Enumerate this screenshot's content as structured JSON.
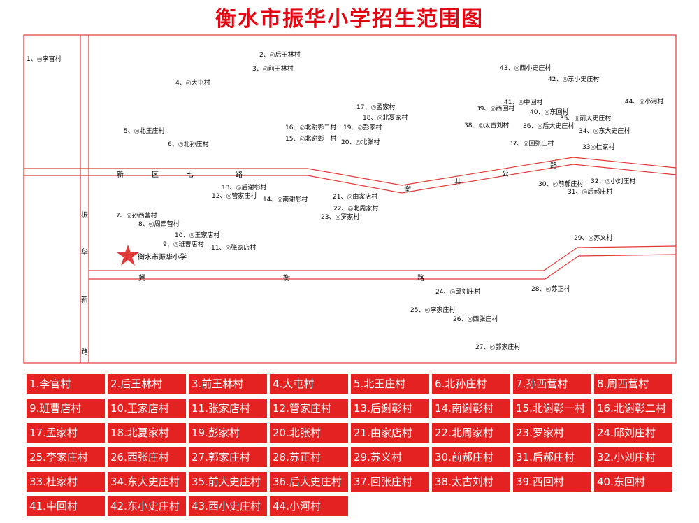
{
  "title": "衡水市振华小学招生范围图",
  "colors": {
    "accent": "#e30613",
    "legend_bg": "#e52222",
    "road": "#e23a3a"
  },
  "school": {
    "label": "衡水市振华小学",
    "marker": "star-icon"
  },
  "roads": {
    "xinqu": [
      "新",
      "区",
      "七",
      "路"
    ],
    "hengjing": [
      "衡",
      "井",
      "公",
      "路"
    ],
    "ji": [
      "冀",
      "衡",
      "路"
    ],
    "zhenhua": [
      "振",
      "华",
      "新",
      "路"
    ]
  },
  "villages": [
    {
      "n": "1、",
      "name": "李官村"
    },
    {
      "n": "2、",
      "name": "后王林村"
    },
    {
      "n": "3、",
      "name": "前王林村"
    },
    {
      "n": "4、",
      "name": "大屯村"
    },
    {
      "n": "5、",
      "name": "北王庄村"
    },
    {
      "n": "6、",
      "name": "北孙庄村"
    },
    {
      "n": "7、",
      "name": "孙西营村"
    },
    {
      "n": "8、",
      "name": "周西营村"
    },
    {
      "n": "9、",
      "name": "班曹店村"
    },
    {
      "n": "10、",
      "name": "王家店村"
    },
    {
      "n": "11、",
      "name": "张家店村"
    },
    {
      "n": "12、",
      "name": "管家庄村"
    },
    {
      "n": "13、",
      "name": "后谢彰村"
    },
    {
      "n": "14、",
      "name": "南谢彰村"
    },
    {
      "n": "15、",
      "name": "北谢彰一村"
    },
    {
      "n": "16、",
      "name": "北谢彰二村"
    },
    {
      "n": "17、",
      "name": "孟家村"
    },
    {
      "n": "18、",
      "name": "北夏家村"
    },
    {
      "n": "19、",
      "name": "彭家村"
    },
    {
      "n": "20、",
      "name": "北张村"
    },
    {
      "n": "21、",
      "name": "由家店村"
    },
    {
      "n": "22、",
      "name": "北周家村"
    },
    {
      "n": "23、",
      "name": "罗家村"
    },
    {
      "n": "24、",
      "name": "邱刘庄村"
    },
    {
      "n": "25、",
      "name": "李家庄村"
    },
    {
      "n": "26、",
      "name": "西张庄村"
    },
    {
      "n": "27、",
      "name": "郭家庄村"
    },
    {
      "n": "28、",
      "name": "苏正村"
    },
    {
      "n": "29、",
      "name": "苏义村"
    },
    {
      "n": "30、",
      "name": "前郝庄村"
    },
    {
      "n": "31、",
      "name": "后郝庄村"
    },
    {
      "n": "32、",
      "name": "小刘庄村"
    },
    {
      "n": "33",
      "name": "杜家村"
    },
    {
      "n": "34、",
      "name": "东大史庄村"
    },
    {
      "n": "35、",
      "name": "前大史庄村"
    },
    {
      "n": "36、",
      "name": "后大史庄村"
    },
    {
      "n": "37、",
      "name": "回张庄村"
    },
    {
      "n": "38、",
      "name": "太古刘村"
    },
    {
      "n": "39、",
      "name": "西回村"
    },
    {
      "n": "40、",
      "name": "东回村"
    },
    {
      "n": "41、",
      "name": "中回村"
    },
    {
      "n": "42、",
      "name": "东小史庄村"
    },
    {
      "n": "43、",
      "name": "西小史庄村"
    },
    {
      "n": "44、",
      "name": "小河村"
    }
  ],
  "legend": [
    "1.李官村",
    "2.后王林村",
    "3.前王林村",
    "4.大屯村",
    "5.北王庄村",
    "6.北孙庄村",
    "7.孙西营村",
    "8.周西营村",
    "9.班曹店村",
    "10.王家店村",
    "11.张家店村",
    "12.管家庄村",
    "13.后谢彰村",
    "14.南谢彰村",
    "15.北谢彰一村",
    "16.北谢彰二村",
    "17.孟家村",
    "18.北夏家村",
    "19.彭家村",
    "20.北张村",
    "21.由家店村",
    "22.北周家村",
    "23.罗家村",
    "24.邱刘庄村",
    "25.李家庄村",
    "26.西张庄村",
    "27.郭家庄村",
    "28.苏正村",
    "29.苏义村",
    "30.前郝庄村",
    "31.后郝庄村",
    "32.小刘庄村",
    "33.杜家村",
    "34.东大史庄村",
    "35.前大史庄村",
    "36.后大史庄村",
    "37.回张庄村",
    "38.太古刘村",
    "39.西回村",
    "40.东回村",
    "41.中回村",
    "42.东小史庄村",
    "43.西小史庄村",
    "44.小河村"
  ]
}
